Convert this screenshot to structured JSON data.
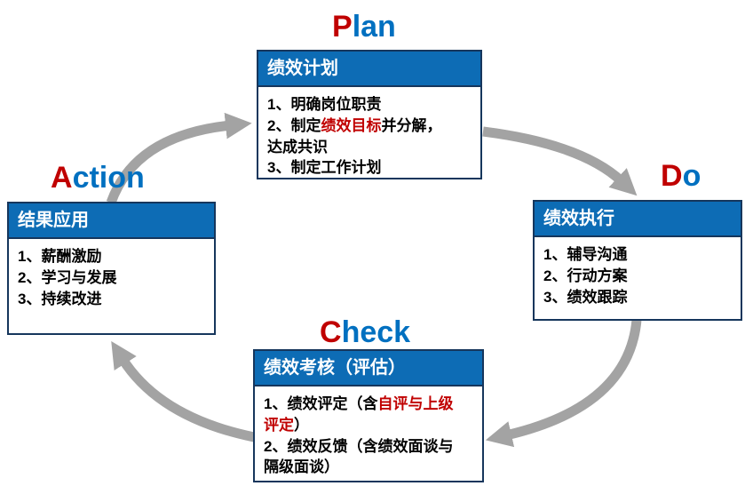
{
  "colors": {
    "header_blue": "#0d6cb5",
    "border_navy": "#16365c",
    "accent_red": "#c00000",
    "title_blue": "#0070c0",
    "arrow_gray": "#a3a3a3",
    "header_text": "#ffffff",
    "body_text": "#000000"
  },
  "titles": {
    "plan": {
      "lead": "P",
      "rest": "lan"
    },
    "do": {
      "lead": "D",
      "rest": "o"
    },
    "check": {
      "lead": "C",
      "rest": "heck"
    },
    "action": {
      "lead": "A",
      "rest": "ction"
    }
  },
  "boxes": {
    "plan": {
      "header": "绩效计划",
      "lines": [
        [
          {
            "t": "1、明确岗位职责"
          }
        ],
        [
          {
            "t": "2、制定"
          },
          {
            "t": "绩效目标",
            "red": true
          },
          {
            "t": "并分解，"
          }
        ],
        [
          {
            "t": "达成共识"
          }
        ],
        [
          {
            "t": "3、制定工作计划"
          }
        ]
      ]
    },
    "do": {
      "header": "绩效执行",
      "lines": [
        [
          {
            "t": "1、辅导沟通"
          }
        ],
        [
          {
            "t": "2、行动方案"
          }
        ],
        [
          {
            "t": "3、绩效跟踪"
          }
        ]
      ]
    },
    "check": {
      "header": "绩效考核（评估）",
      "lines": [
        [
          {
            "t": "1、绩效评定（含"
          },
          {
            "t": "自评与上级",
            "red": true
          }
        ],
        [
          {
            "t": "评定",
            "red": true
          },
          {
            "t": "）"
          }
        ],
        [
          {
            "t": "2、绩效反馈（含绩效面谈与"
          }
        ],
        [
          {
            "t": "隔级面谈）"
          }
        ]
      ]
    },
    "action": {
      "header": "结果应用",
      "lines": [
        [
          {
            "t": "1、薪酬激励"
          }
        ],
        [
          {
            "t": "2、学习与发展"
          }
        ],
        [
          {
            "t": "3、持续改进"
          }
        ]
      ]
    }
  }
}
